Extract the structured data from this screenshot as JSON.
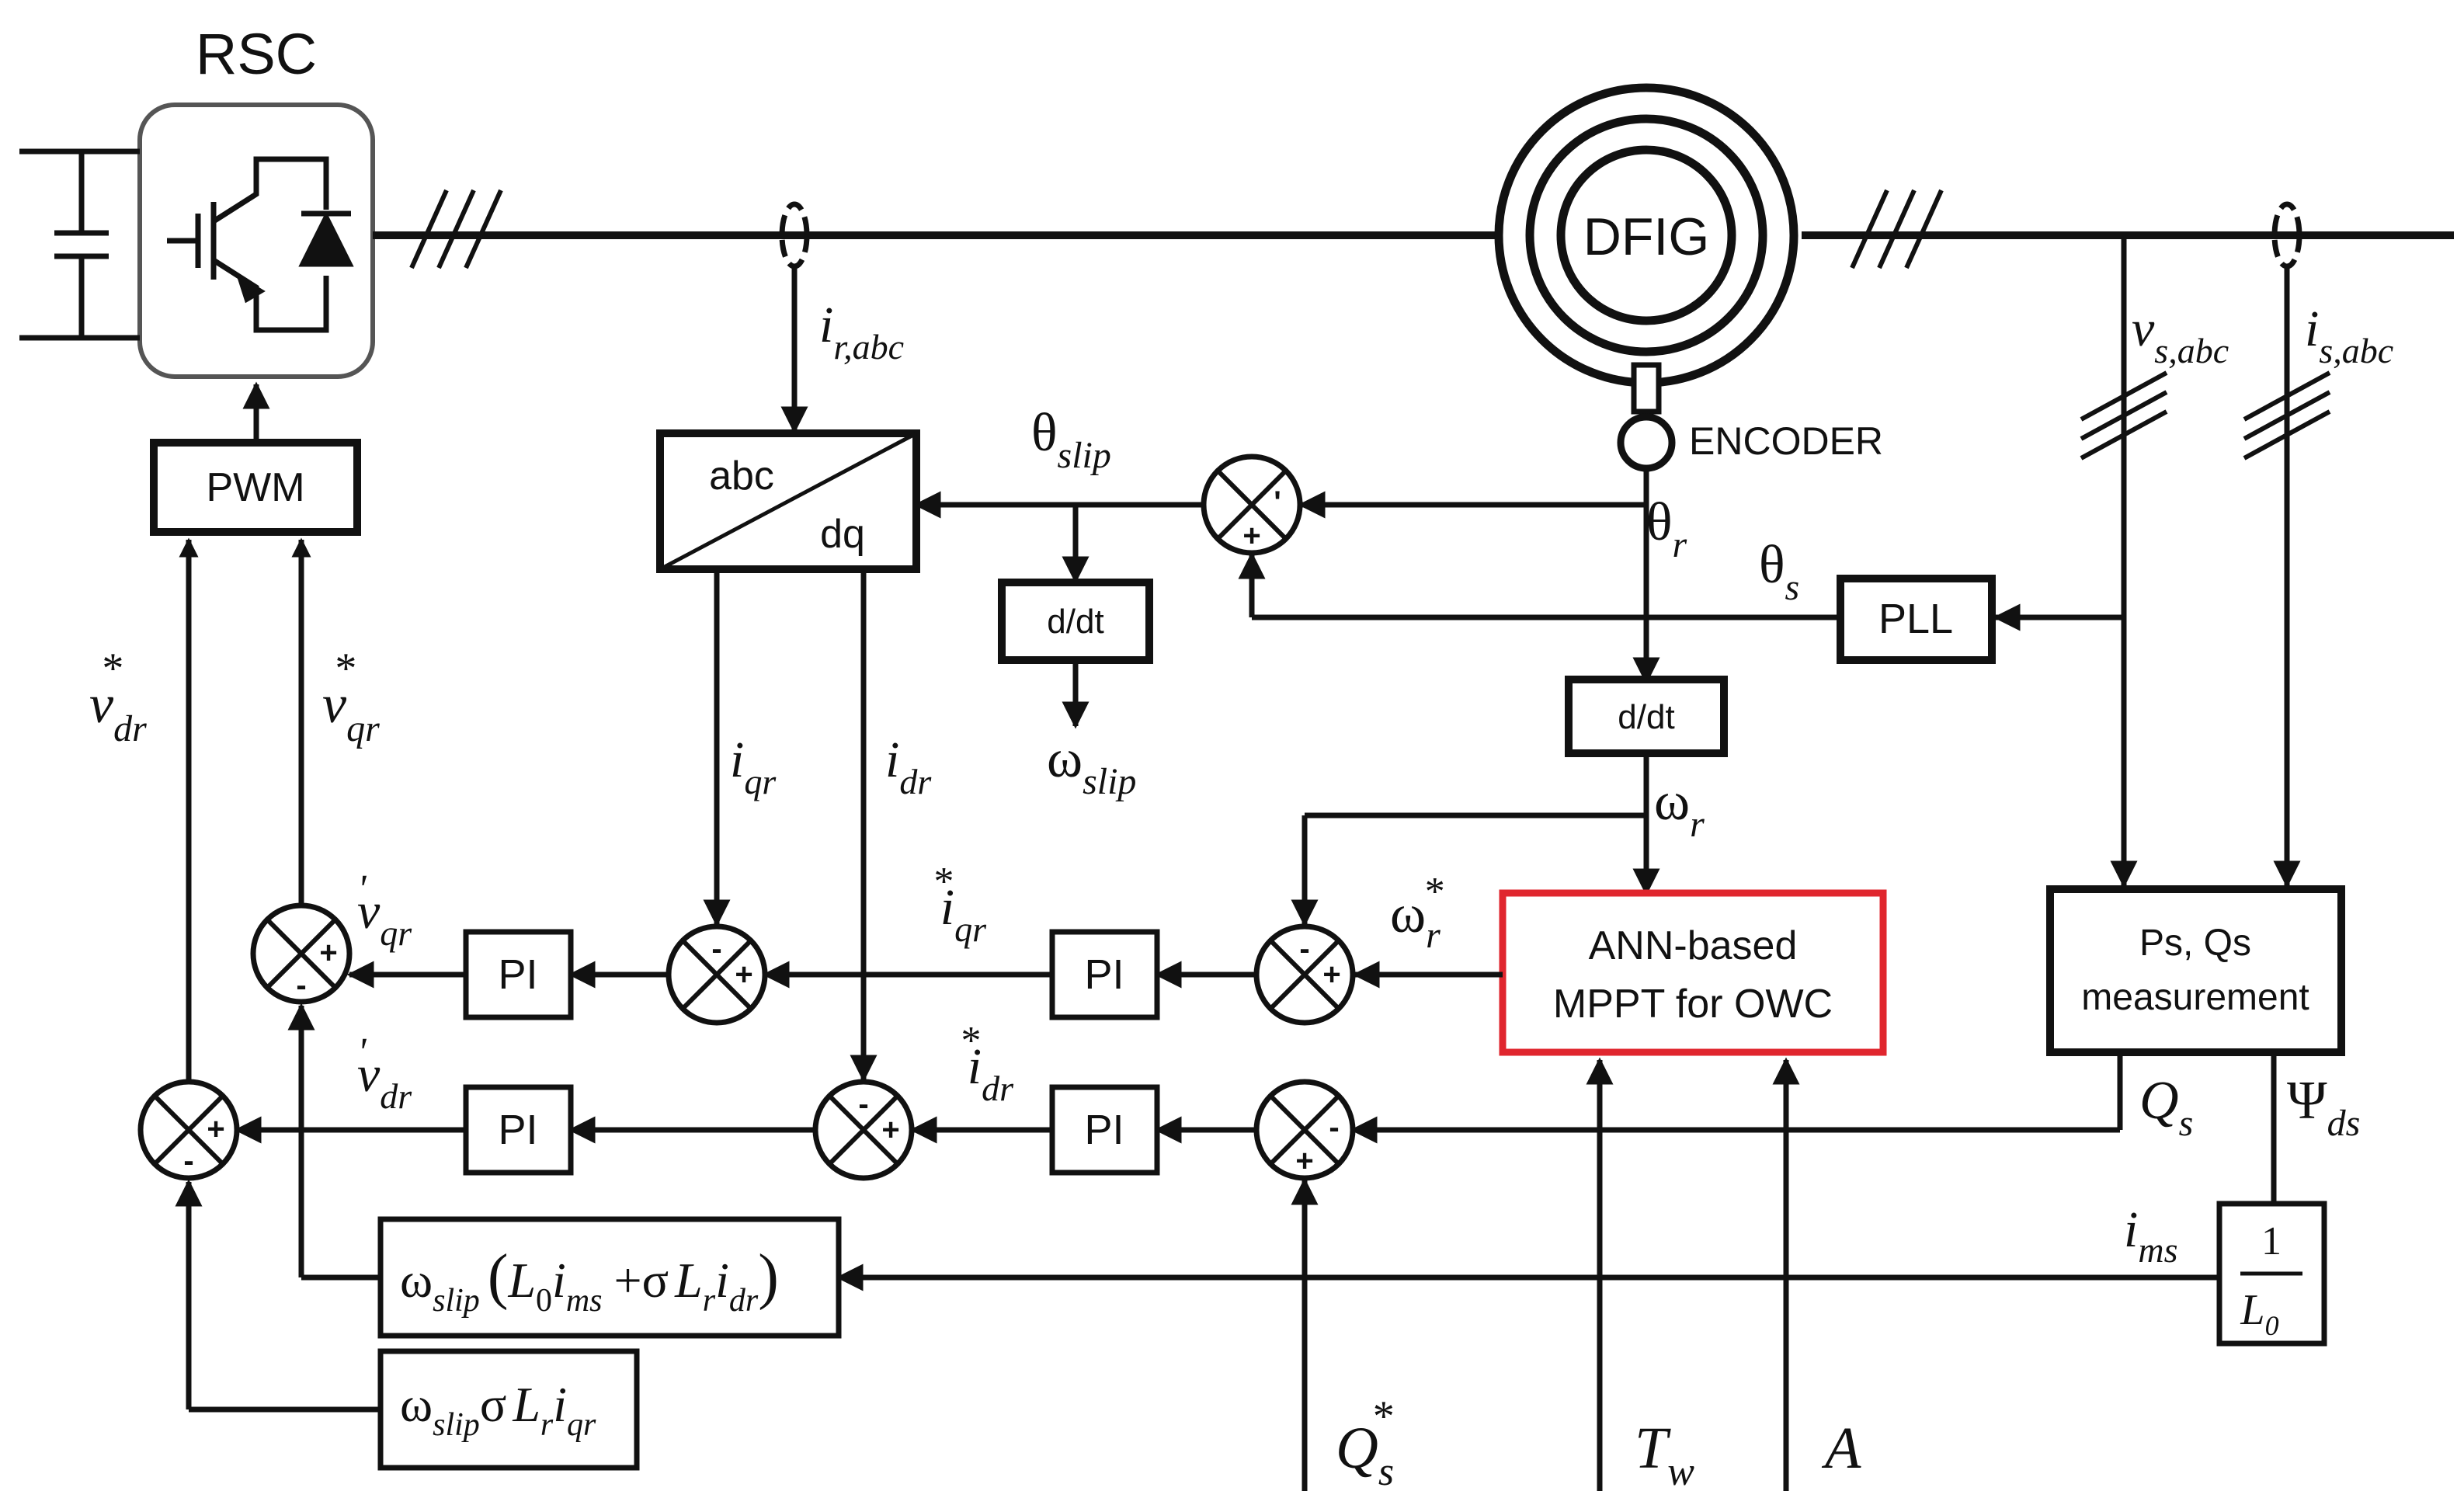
{
  "converter": {
    "label": "RSC"
  },
  "machine": {
    "label": "DFIG",
    "encoder_label": "ENCODER"
  },
  "blocks": {
    "pwm": "PWM",
    "abc_dq_top": "abc",
    "abc_dq_bottom": "dq",
    "ddt_slip": "d/dt",
    "ddt_rotor": "d/dt",
    "pll": "PLL",
    "mppt_line1": "ANN-based",
    "mppt_line2": "MPPT for OWC",
    "pq_line1": "Ps, Qs",
    "pq_line2": "measurement",
    "pi": "PI",
    "inv_l0_num": "1",
    "inv_l0_den": "L",
    "inv_l0_den_sub": "0"
  },
  "signals": {
    "i_r": {
      "base": "i",
      "sub": "r,abc"
    },
    "v_s": {
      "base": "v",
      "sub": "s,abc"
    },
    "i_s": {
      "base": "i",
      "sub": "s,abc"
    },
    "theta_slip": {
      "base": "θ",
      "sub": "slip"
    },
    "theta_r": {
      "base": "θ",
      "sub": "r"
    },
    "theta_s": {
      "base": "θ",
      "sub": "s"
    },
    "omega_slip": {
      "base": "ω",
      "sub": "slip"
    },
    "omega_r": {
      "base": "ω",
      "sub": "r"
    },
    "omega_r_ref": {
      "base": "ω",
      "sub": "r",
      "sup": "*"
    },
    "i_qr": {
      "base": "i",
      "sub": "qr"
    },
    "i_dr": {
      "base": "i",
      "sub": "dr"
    },
    "i_qr_ref": {
      "base": "i",
      "sub": "qr",
      "sup": "*"
    },
    "i_dr_ref": {
      "base": "i",
      "sub": "dr",
      "sup": "*"
    },
    "v_dr_ref": {
      "base": "v",
      "sub": "dr",
      "sup": "*"
    },
    "v_qr_ref": {
      "base": "v",
      "sub": "qr",
      "sup": "*"
    },
    "v_qr_p": {
      "base": "v",
      "sub": "qr",
      "sup": "'"
    },
    "v_dr_p": {
      "base": "v",
      "sub": "dr",
      "sup": "'"
    },
    "q_s": {
      "base": "Q",
      "sub": "s"
    },
    "psi_ds": {
      "base": "Ψ",
      "sub": "ds"
    },
    "i_ms": {
      "base": "i",
      "sub": "ms"
    },
    "q_s_ref": {
      "base": "Q",
      "sub": "s",
      "sup": "*"
    },
    "t_w": {
      "base": "T",
      "sub": "w"
    },
    "a": {
      "base": "A"
    }
  },
  "comp_q": {
    "w": "ω",
    "w_sub": "slip",
    "lp": "(",
    "L0": "L",
    "L0_sub": "0",
    "i": "i",
    "ims_sub": "ms",
    "plus": "+σ",
    "Lr": "L",
    "Lr_sub": "r",
    "i2": "i",
    "idr_sub": "dr",
    "rp": ")"
  },
  "comp_d": {
    "w": "ω",
    "w_sub": "slip",
    "sigma": "σ",
    "Lr": "L",
    "Lr_sub": "r",
    "i": "i",
    "iqr_sub": "qr"
  },
  "sums": {
    "sum_theta": [
      "+",
      "'"
    ],
    "sum_speed": [
      "-",
      "+"
    ],
    "sum_iq": [
      "-",
      "+"
    ],
    "sum_vq": [
      "+",
      "-"
    ],
    "sum_id": [
      "-",
      "+"
    ],
    "sum_q": [
      "+",
      "-"
    ],
    "sum_vd": [
      "+",
      "-"
    ]
  },
  "colors": {
    "line": "#111111",
    "mppt_border": "#e0262e"
  }
}
